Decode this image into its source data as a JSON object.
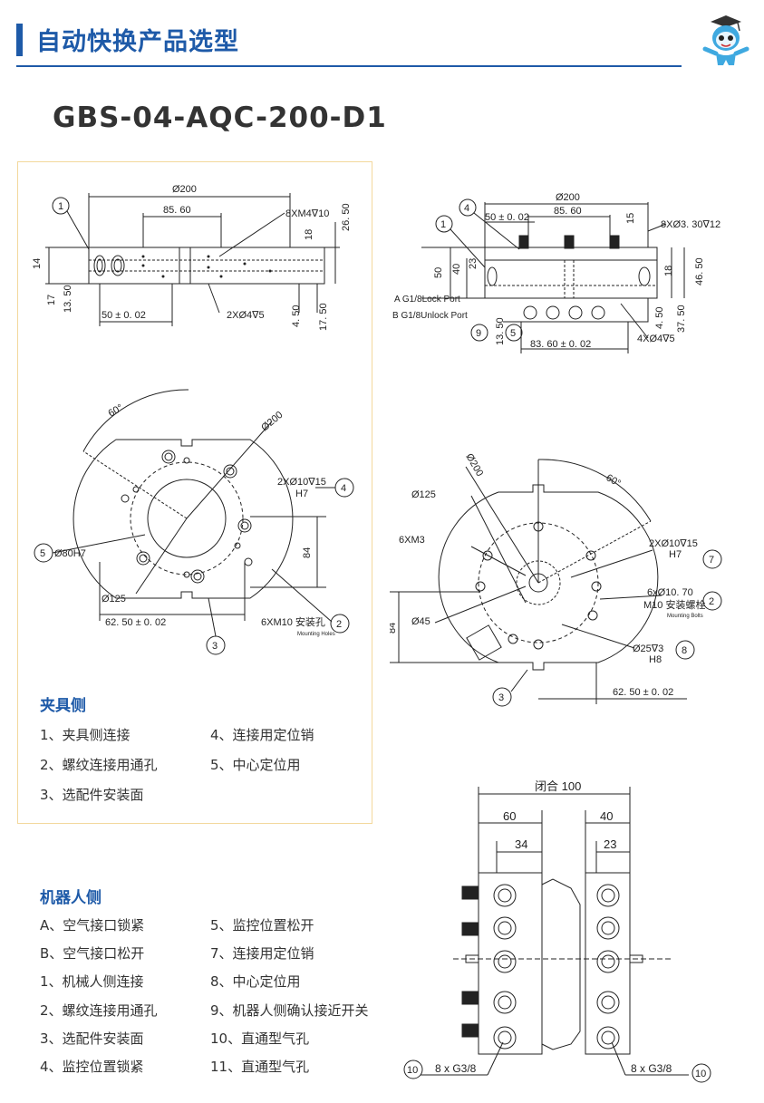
{
  "header": {
    "title": "自动快换产品选型"
  },
  "model": "GBS-04-AQC-200-D1",
  "tool_side": {
    "title": "夹具侧",
    "items_left": [
      "1、夹具侧连接",
      "2、螺纹连接用通孔",
      "3、选配件安装面"
    ],
    "items_right": [
      "4、连接用定位销",
      "5、中心定位用"
    ]
  },
  "robot_side": {
    "title": "机器人侧",
    "items_left": [
      "A、空气接口锁紧",
      "B、空气接口松开",
      "1、机械人侧连接",
      "2、螺纹连接用通孔",
      "3、选配件安装面",
      "4、监控位置锁紧"
    ],
    "items_right": [
      "5、监控位置松开",
      "7、连接用定位销",
      "8、中心定位用",
      "9、机器人侧确认接近开关",
      "10、直通型气孔",
      "11、直通型气孔"
    ]
  },
  "drawing_tool_side": {
    "dims": {
      "d200": "Ø200",
      "d85": "85. 60",
      "m4": "8XM4∇10",
      "d26": "26. 50",
      "d14": "14",
      "d18": "18",
      "d17": "17",
      "d1350": "13. 50",
      "d50": "50 ± 0. 02",
      "d2x4": "2XØ4∇5",
      "d450": "4. 50",
      "d1750": "17. 50"
    },
    "callouts": {
      "c1": "1"
    }
  },
  "drawing_tool_face": {
    "dims": {
      "deg": "60°",
      "d200": "Ø200",
      "pin": "2XØ10∇15",
      "h7": "H7",
      "d80": "Ø80H7",
      "d84": "84",
      "d125": "Ø125",
      "d6250": "62. 50 ± 0. 02",
      "m10": "6XM10 安装孔",
      "mh": "Mounting Holes"
    },
    "callouts": {
      "c4": "4",
      "c5": "5",
      "c2": "2",
      "c3": "3"
    }
  },
  "drawing_robot_side": {
    "dims": {
      "d200": "Ø200",
      "d50": "50 ± 0. 02",
      "d85": "85. 60",
      "d15": "15",
      "d8x": "8XØ3. 30∇12",
      "v50": "50",
      "v40": "40",
      "v23": "23",
      "v18": "18",
      "v4650": "46. 50",
      "portA": "A G1/8Lock Port",
      "portB": "B G1/8Unlock Port",
      "v1350": "13. 50",
      "v450": "4. 50",
      "v3750": "37. 50",
      "d8360": "83. 60 ± 0. 02",
      "d4x": "4XØ4∇5"
    },
    "callouts": {
      "c4": "4",
      "c1": "1",
      "c9": "9",
      "c5": "5"
    }
  },
  "drawing_robot_face": {
    "dims": {
      "d200": "Ø200",
      "deg": "60°",
      "d125": "Ø125",
      "m3": "6XM3",
      "pin": "2XØ10∇15",
      "h7": "H7",
      "bolt": "6xØ10. 70",
      "m10": "M10 安装螺栓",
      "mb": "Mounting Bolts",
      "d45": "Ø45",
      "d84": "84",
      "d25": "Ø25∇3",
      "h8": "H8",
      "d6250": "62. 50 ± 0. 02"
    },
    "callouts": {
      "c7": "7",
      "c2": "2",
      "c8": "8",
      "c3": "3"
    }
  },
  "drawing_ports": {
    "dims": {
      "closed": "闭合 100",
      "d60": "60",
      "d40": "40",
      "d34": "34",
      "d23": "23",
      "g38l": "8 x G3/8",
      "g38r": "8 x G3/8"
    },
    "callouts": {
      "c10a": "10",
      "c10b": "10"
    }
  },
  "colors": {
    "accent": "#1e5aa8",
    "panel_border": "#f3d89c"
  }
}
